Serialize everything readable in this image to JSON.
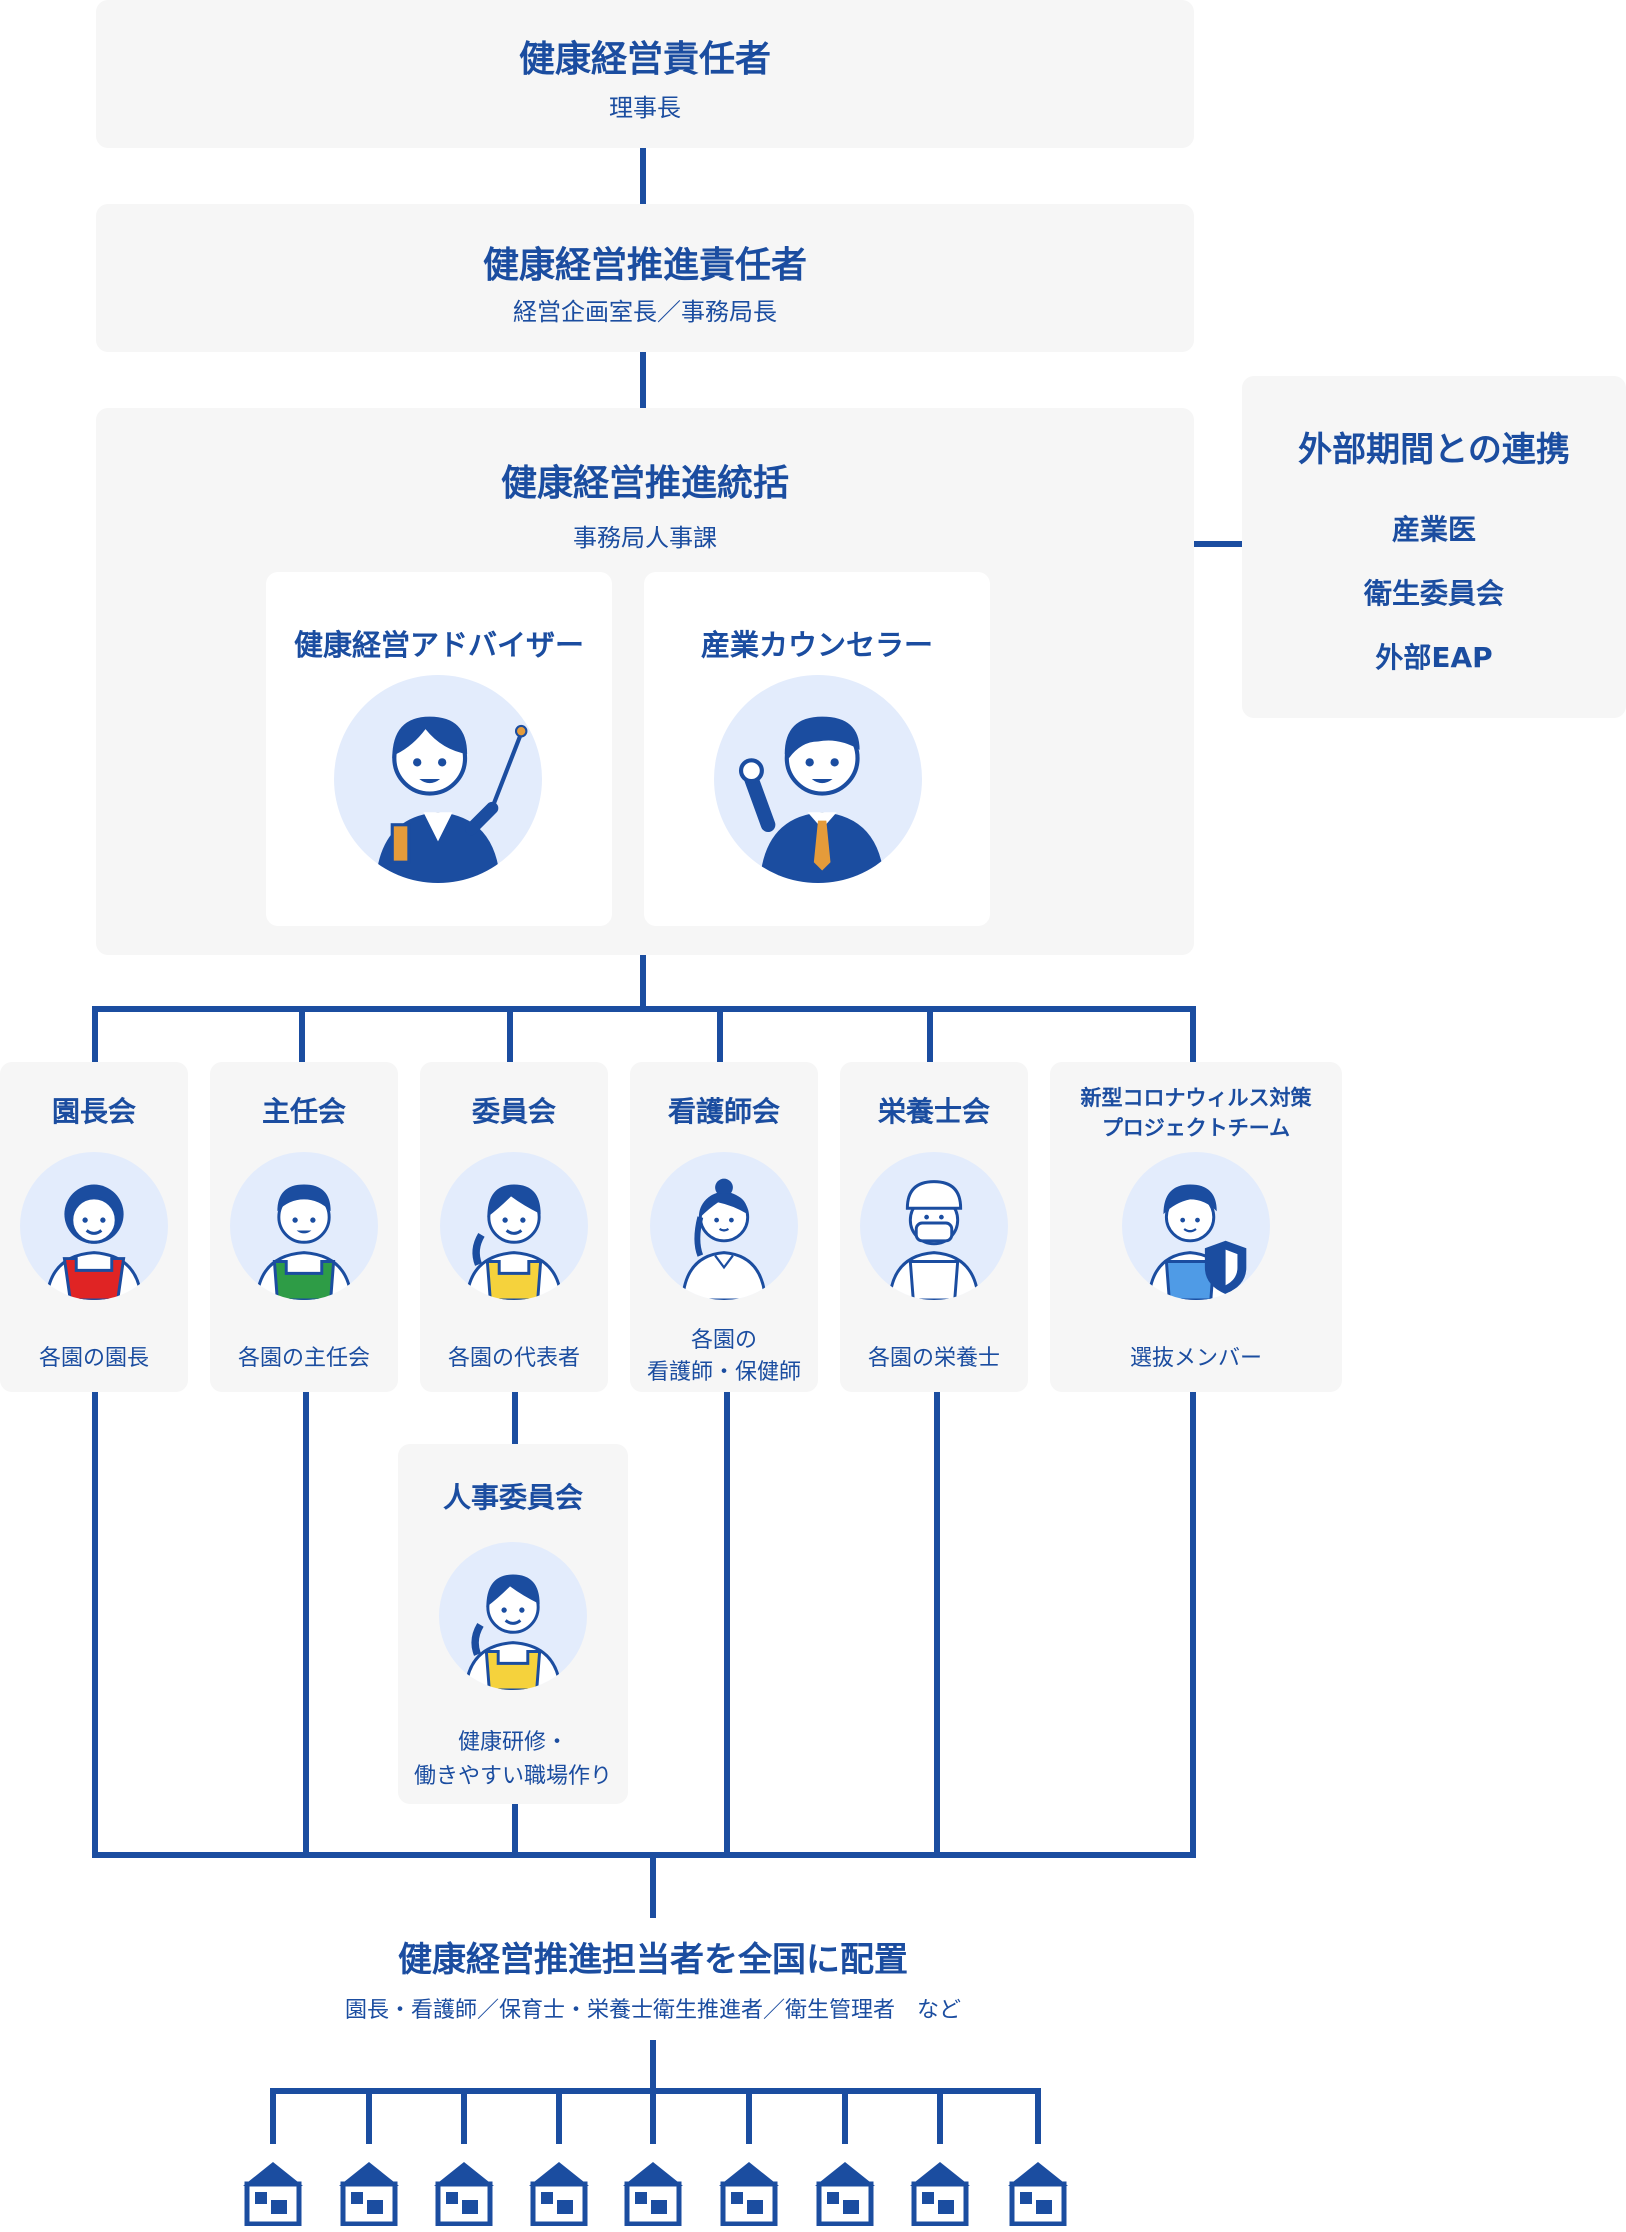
{
  "top": {
    "title": "健康経営責任者",
    "sub": "理事長"
  },
  "promo_lead": {
    "title": "健康経営推進責任者",
    "sub": "経営企画室長／事務局長"
  },
  "oversight": {
    "title": "健康経営推進統括",
    "sub": "事務局人事課",
    "advisor": "健康経営アドバイザー",
    "counselor": "産業カウンセラー"
  },
  "external": {
    "title": "外部期間との連携",
    "items": [
      "産業医",
      "衛生委員会",
      "外部EAP"
    ]
  },
  "committees": [
    {
      "title": "園長会",
      "sub": "各園の園長"
    },
    {
      "title": "主任会",
      "sub": "各園の主任会"
    },
    {
      "title": "委員会",
      "sub": "各園の代表者"
    },
    {
      "title": "看護師会",
      "sub1": "各園の",
      "sub2": "看護師・保健師"
    },
    {
      "title": "栄養士会",
      "sub": "各園の栄養士"
    },
    {
      "title1": "新型コロナウィルス対策",
      "title2": "プロジェクトチーム",
      "sub": "選抜メンバー"
    }
  ],
  "hr_committee": {
    "title": "人事委員会",
    "sub1": "健康研修・",
    "sub2": "働きやすい職場作り"
  },
  "bottom": {
    "title": "健康経営推進担当者を全国に配置",
    "sub": "園長・看護師／保育士・栄養士衛生推進者／衛生管理者　など"
  },
  "icons": {
    "advisor": "teacher-pointer-icon",
    "counselor": "businessman-icon",
    "house": "facility-house-icon"
  },
  "colors": {
    "primary": "#1b4da0",
    "panel": "#f6f6f6",
    "avatar_bg": "#e3ecfc"
  }
}
